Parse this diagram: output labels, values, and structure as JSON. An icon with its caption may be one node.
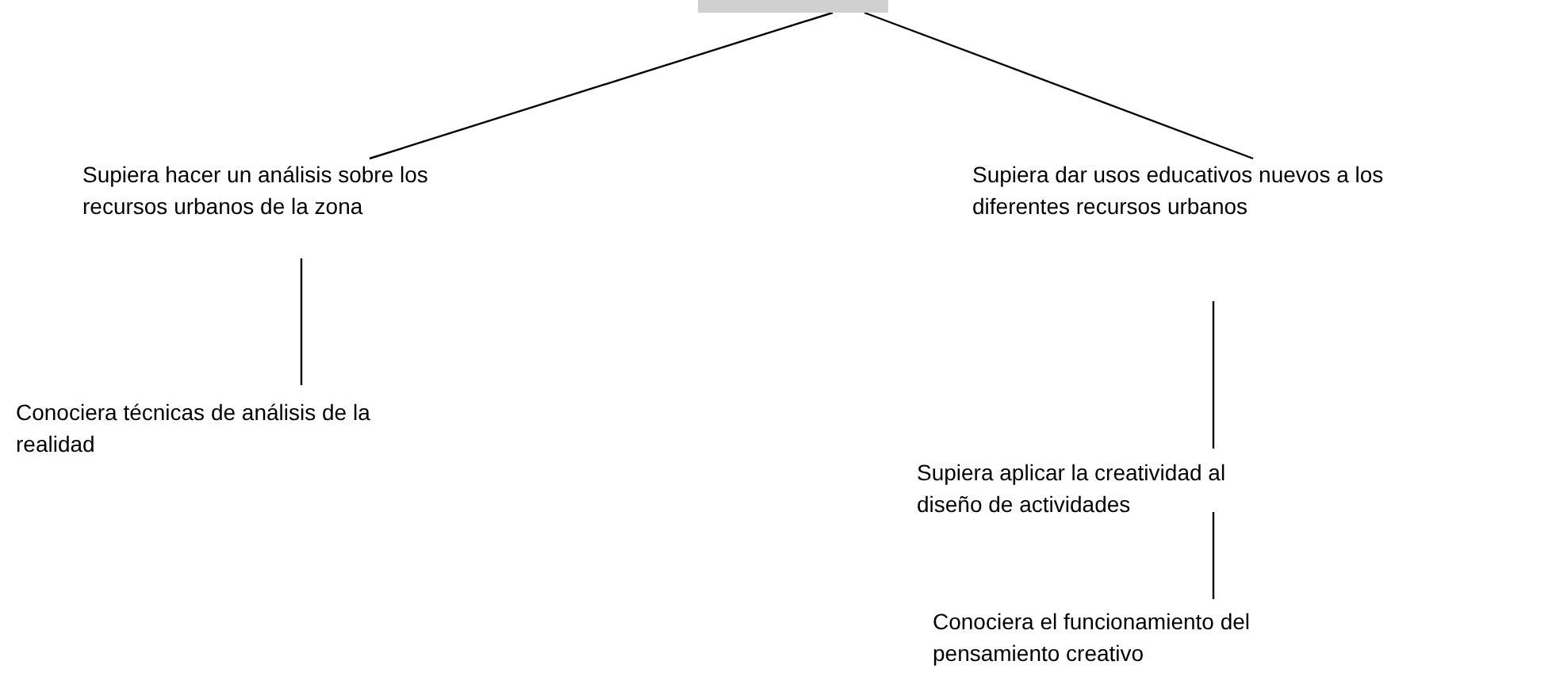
{
  "diagram": {
    "nodes": [
      {
        "text": [],
        "shape": "bar"
      },
      {
        "text": [
          "Supiera hacer un análisis sobre los recursos urbanos de la zona"
        ]
      },
      {
        "text": [
          "Supiera dar usos educativos nuevos a los diferentes recursos urbanos"
        ]
      },
      {
        "text": [
          "Conociera técnicas de análisis de la realidad"
        ]
      },
      {
        "text": [
          "Supiera aplicar la creatividad al diseño de actividades"
        ]
      },
      {
        "text": [
          "Conociera el funcionamiento del pensamiento creativo"
        ]
      }
    ],
    "edges": [
      {
        "from": 0,
        "to": 1,
        "arrow": "none"
      },
      {
        "from": 0,
        "to": 2,
        "arrow": "none"
      },
      {
        "from": 1,
        "to": 3,
        "arrow": "none"
      },
      {
        "from": 2,
        "to": 4,
        "arrow": "none"
      },
      {
        "from": 4,
        "to": 5,
        "arrow": "none"
      }
    ]
  }
}
